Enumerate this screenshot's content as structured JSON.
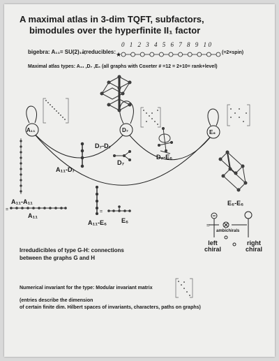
{
  "title": {
    "line1": "A maximal atlas in 3-dim TQFT, subfactors,",
    "line2": "bimodules over the hyperfinite II₁ factor"
  },
  "algebra_row": {
    "bigebra": "bigebra: A₁₁= SU(2)₁₀;",
    "irreducibles": "irreducibles:",
    "spin_digits": "0 1 2 3 4 5 6 7 8 9 10",
    "spin_note": "(=2×spin)"
  },
  "max_atlas": "Maximal atlas types:  A₁₁ ,D₇ ,E₆ (all graphs with Coxeter # =12 = 2+10= rank+level)",
  "nodes": {
    "a11": "A₁₁",
    "d7": "D₇",
    "e6": "E₆"
  },
  "graph_labels": {
    "d7_d7": "D₇-D₇",
    "d7": "D₇",
    "a11_d7": "A₁₁-D₇",
    "d7_e6": "D₇-E₆",
    "a11_a11": "A₁₁-A₁₁",
    "a11": "A₁₁",
    "a11_e6": "A₁₁-E₆",
    "e6": "E₆",
    "e6_e6": "E₆-E₆"
  },
  "legend": {
    "ambichirals": "ambichirals",
    "left_chiral": "left chiral",
    "right_chiral": "right chiral"
  },
  "irreducibles_gh": {
    "line1": "Irredudicibles of type G-H: connections",
    "line2": "between the graphs G and H"
  },
  "numerical": {
    "line1": "Numerical invariant  for the type: Modular invariant matrix",
    "line2": "(entries describe the dimension",
    "line3": "of certain finite dim. Hilbert spaces of invariants, characters, paths on graphs)"
  }
}
